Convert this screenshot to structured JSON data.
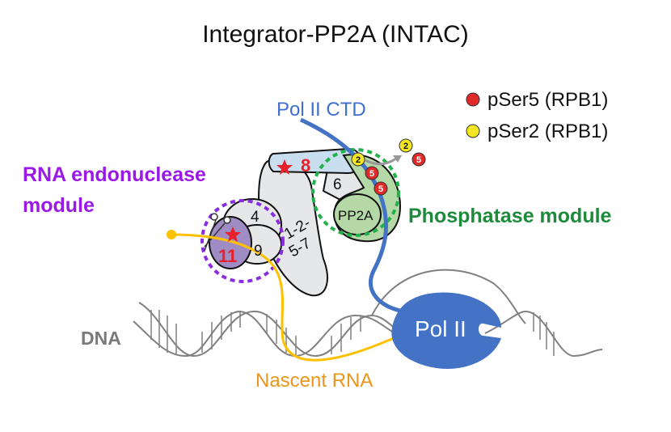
{
  "title": "Integrator-PP2A (INTAC)",
  "legend": [
    {
      "label": "pSer5 (RPB1)",
      "color": "#e02a2a",
      "symbol": "red-dot"
    },
    {
      "label": "pSer2 (RPB1)",
      "color": "#f5e623",
      "symbol": "yellow-dot"
    }
  ],
  "labels": {
    "pol_ii_ctd": "Pol II CTD",
    "rna_endonuclease_line1": "RNA endonuclease",
    "rna_endonuclease_line2": "module",
    "phosphatase_module": "Phosphatase module",
    "dna": "DNA",
    "nascent_rna": "Nascent RNA",
    "pol_ii": "Pol II"
  },
  "subunits": {
    "s8": "8",
    "s6": "6",
    "pp2a": "PP2A",
    "s4": "4",
    "s9": "9",
    "s11": "11",
    "core_line1": "1-2-",
    "core_line2": "5-7"
  },
  "badges": {
    "bound": [
      "2",
      "5",
      "5"
    ],
    "released": [
      "2",
      "5"
    ]
  },
  "colors": {
    "ctd": "#4472c4",
    "pol_ii": "#4472c4",
    "rna": "#ffc000",
    "dna": "#808080",
    "endonuclease_ring": "#8b2be2",
    "phosphatase_ring": "#22b14c",
    "subunit_11": "#a08cc4",
    "subunit_8": "#c9dff0",
    "pp2a": "#b5d8a7",
    "core": "#e6e7e8"
  }
}
